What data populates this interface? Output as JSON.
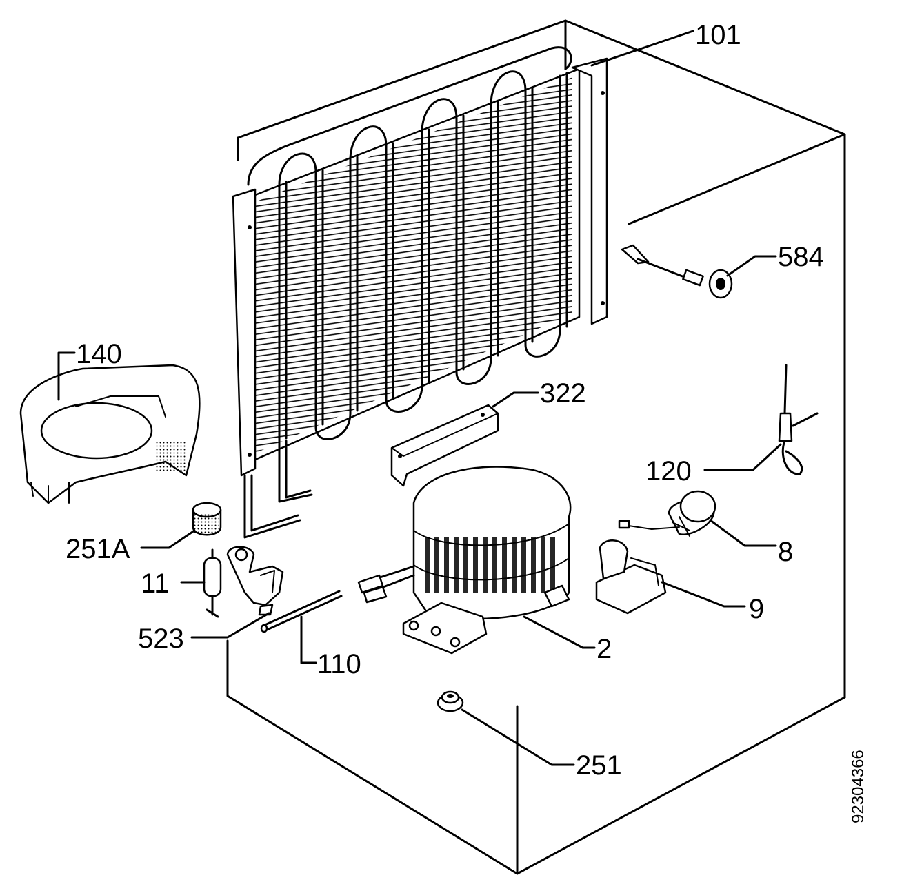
{
  "labels": {
    "p101": "101",
    "p584": "584",
    "p140": "140",
    "p322": "322",
    "p120": "120",
    "p8": "8",
    "p251a": "251A",
    "p11": "11",
    "p9": "9",
    "p523": "523",
    "p2": "2",
    "p110": "110",
    "p251": "251"
  },
  "document_number": "92304366"
}
